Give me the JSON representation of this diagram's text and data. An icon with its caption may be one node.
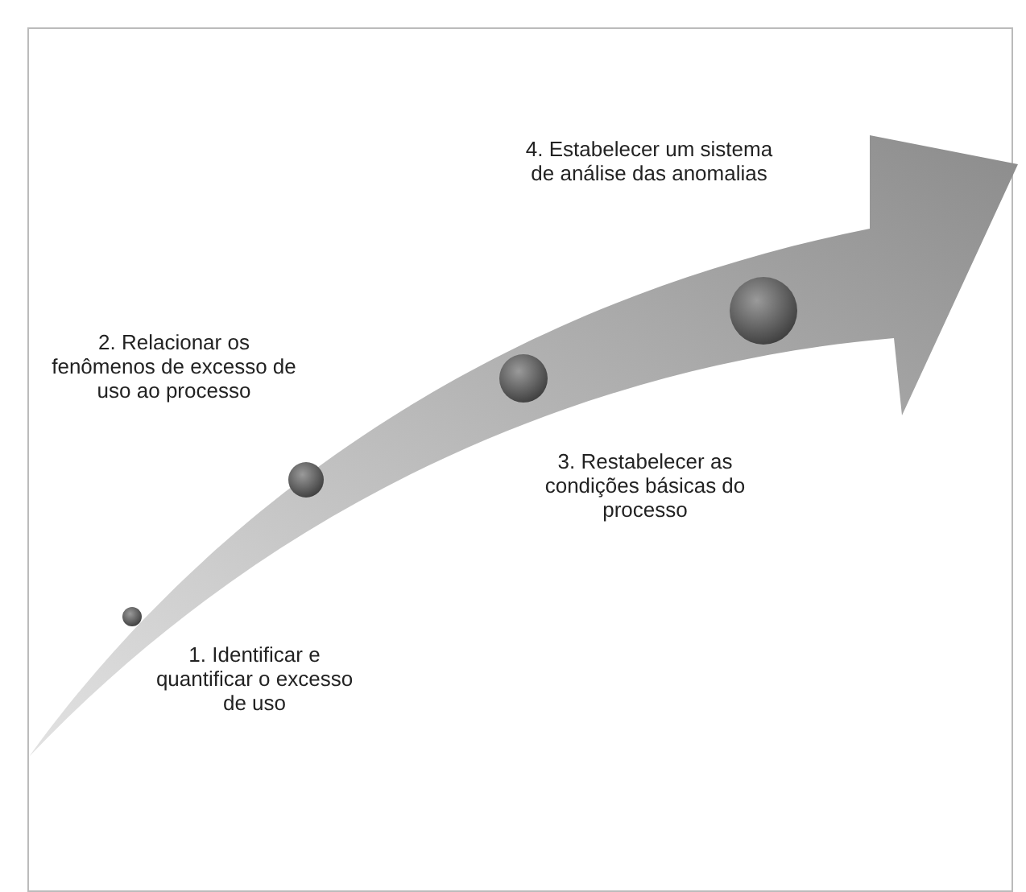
{
  "diagram": {
    "labels": [
      "4. Estabelecer um sistema de análise das anomalias",
      "2. Relacionar os fenômenos de excesso de uso ao processo",
      "3. Restabelecer as condições básicas do processo",
      "1. Identificar e quantificar o excesso de uso"
    ]
  }
}
